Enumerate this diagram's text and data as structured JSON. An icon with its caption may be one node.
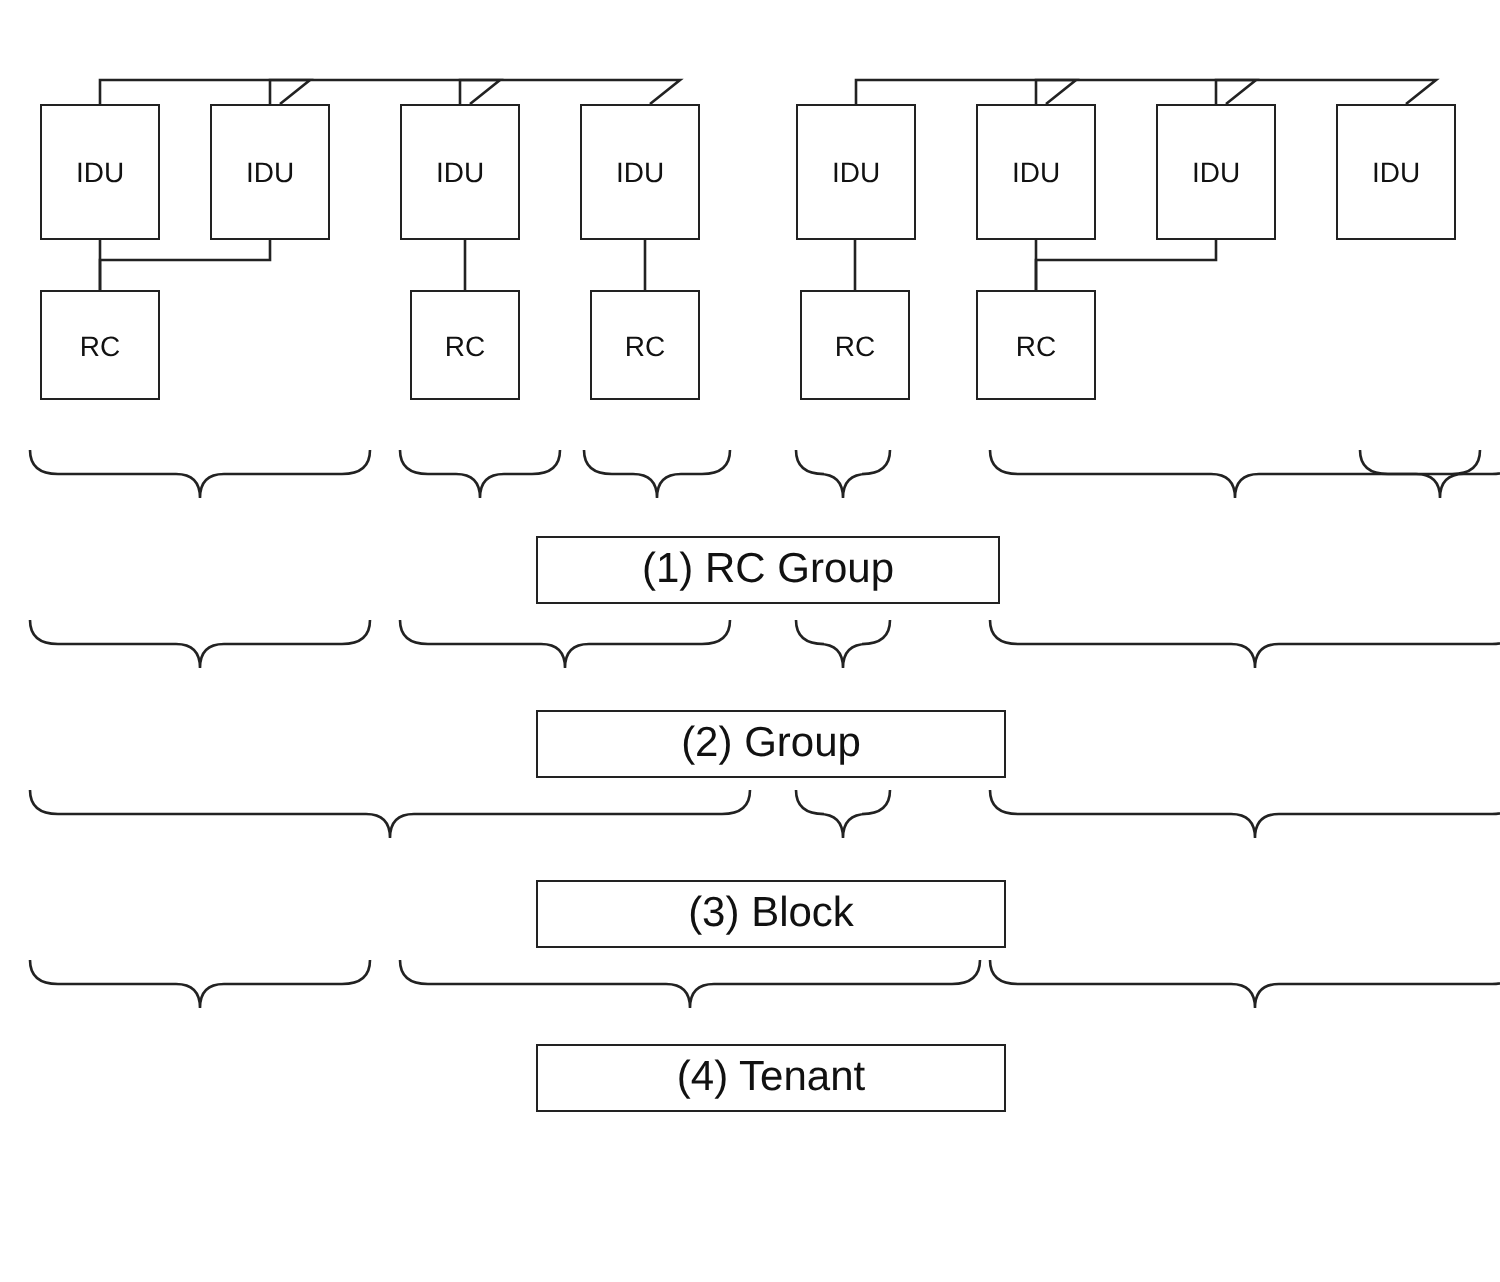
{
  "diagram": {
    "nodes": [
      {
        "text": [
          "IDU"
        ]
      },
      {
        "text": [
          "IDU"
        ]
      },
      {
        "text": [
          "IDU"
        ]
      },
      {
        "text": [
          "IDU"
        ]
      },
      {
        "text": [
          "IDU"
        ]
      },
      {
        "text": [
          "IDU"
        ]
      },
      {
        "text": [
          "IDU"
        ]
      },
      {
        "text": [
          "IDU"
        ]
      },
      {
        "text": [
          "RC"
        ]
      },
      {
        "text": [
          "RC"
        ]
      },
      {
        "text": [
          "RC"
        ]
      },
      {
        "text": [
          "RC"
        ]
      },
      {
        "text": [
          "RC"
        ]
      },
      {
        "text": [
          "(1) RC Group"
        ]
      },
      {
        "text": [
          "(2) Group"
        ]
      },
      {
        "text": [
          "(3) Block"
        ]
      },
      {
        "text": [
          "(4) Tenant"
        ]
      }
    ],
    "edges": [
      {
        "from": 0,
        "to": 1,
        "arrow": "none"
      },
      {
        "from": 1,
        "to": 2,
        "arrow": "none"
      },
      {
        "from": 2,
        "to": 3,
        "arrow": "none"
      },
      {
        "from": 4,
        "to": 5,
        "arrow": "none"
      },
      {
        "from": 5,
        "to": 6,
        "arrow": "none"
      },
      {
        "from": 6,
        "to": 7,
        "arrow": "none"
      },
      {
        "from": 8,
        "to": 0,
        "arrow": "none"
      },
      {
        "from": 8,
        "to": 1,
        "arrow": "none"
      },
      {
        "from": 9,
        "to": 2,
        "arrow": "none"
      },
      {
        "from": 10,
        "to": 3,
        "arrow": "none"
      },
      {
        "from": 11,
        "to": 4,
        "arrow": "none"
      },
      {
        "from": 12,
        "to": 5,
        "arrow": "none"
      },
      {
        "from": 12,
        "to": 6,
        "arrow": "none"
      }
    ]
  }
}
